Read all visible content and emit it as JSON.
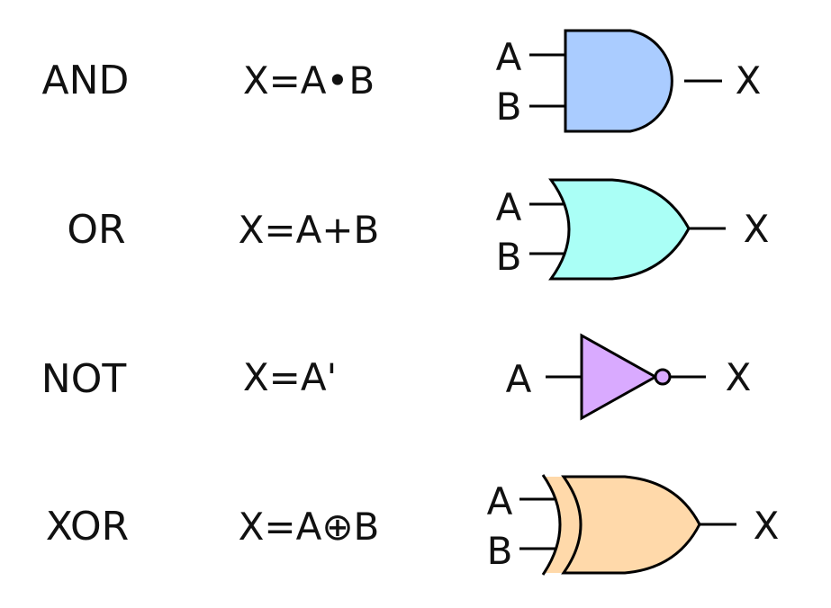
{
  "gates": [
    {
      "name": "AND",
      "expression": "X=A•B",
      "inputs": [
        "A",
        "B"
      ],
      "output": "X",
      "symbol": "and-gate-icon",
      "fill": "#aaccff"
    },
    {
      "name": "OR",
      "expression": "X=A+B",
      "inputs": [
        "A",
        "B"
      ],
      "output": "X",
      "symbol": "or-gate-icon",
      "fill": "#aafff6"
    },
    {
      "name": "NOT",
      "expression": "X=A'",
      "inputs": [
        "A"
      ],
      "output": "X",
      "symbol": "not-gate-icon",
      "fill": "#d9aaff"
    },
    {
      "name": "XOR",
      "expression": "X=A⊕B",
      "inputs": [
        "A",
        "B"
      ],
      "output": "X",
      "symbol": "xor-gate-icon",
      "fill": "#ffd9aa"
    }
  ]
}
